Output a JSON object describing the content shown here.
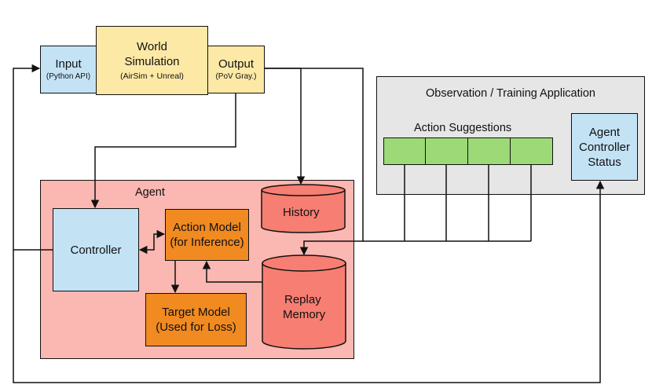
{
  "input": {
    "title": "Input",
    "sub": "(Python API)"
  },
  "world": {
    "line1": "World",
    "line2": "Simulation",
    "sub": "(AirSim + Unreal)"
  },
  "output": {
    "title": "Output",
    "sub": "(PoV Gray.)"
  },
  "agent": {
    "label": "Agent"
  },
  "controller": {
    "label": "Controller"
  },
  "action_model": {
    "line1": "Action Model",
    "line2": "(for Inference)"
  },
  "target_model": {
    "line1": "Target Model",
    "line2": "(Used for Loss)"
  },
  "history": {
    "label": "History"
  },
  "replay": {
    "line1": "Replay",
    "line2": "Memory"
  },
  "obs_app": {
    "title": "Observation / Training Application",
    "suggestions_label": "Action Suggestions",
    "suggestion_slots": 4
  },
  "agent_status": {
    "line1": "Agent",
    "line2": "Controller",
    "line3": "Status"
  },
  "colors": {
    "blue": "#c3e3f5",
    "yellow": "#fde9a6",
    "pink": "#fbb7b1",
    "orange": "#f08a21",
    "salmon": "#f77e72",
    "green": "#9ed978",
    "gray": "#e6e6e6",
    "line": "#111111"
  }
}
